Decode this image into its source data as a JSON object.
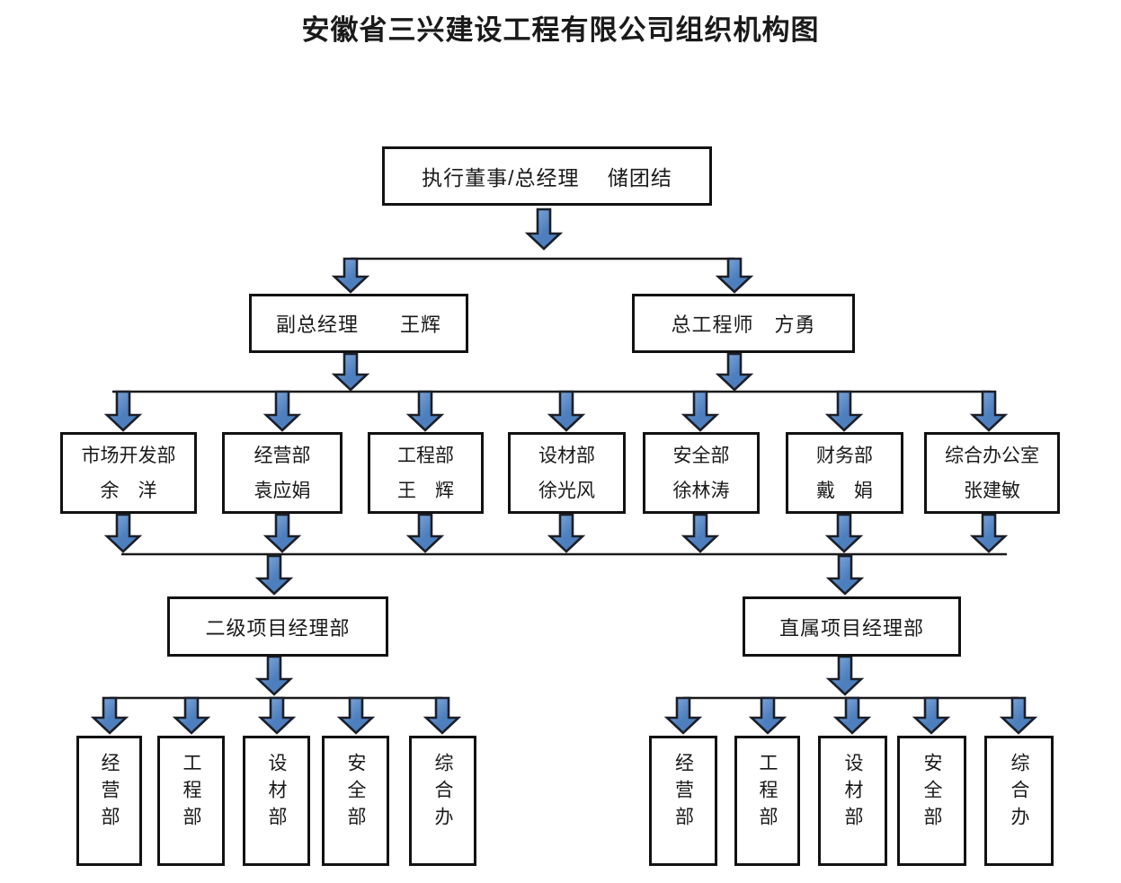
{
  "title": "安徽省三兴建设工程有限公司组织机构图",
  "nodes": {
    "executive": {
      "label": "执行董事/总经理　 储团结"
    },
    "deputy_gm": {
      "label": "副总经理　　王辉"
    },
    "chief_engineer": {
      "label": "总工程师　方勇"
    },
    "departments": [
      {
        "name": "市场开发部",
        "manager": "余　洋"
      },
      {
        "name": "经营部",
        "manager": "袁应娟"
      },
      {
        "name": "工程部",
        "manager": "王　辉"
      },
      {
        "name": "设材部",
        "manager": "徐光风"
      },
      {
        "name": "安全部",
        "manager": "徐林涛"
      },
      {
        "name": "财务部",
        "manager": "戴　娟"
      },
      {
        "name": "综合办公室",
        "manager": "张建敏"
      }
    ],
    "project_depts": [
      {
        "label": "二级项目经理部"
      },
      {
        "label": "直属项目经理部"
      }
    ],
    "sub_depts_left": [
      "经营部",
      "工程部",
      "设材部",
      "安全部",
      "综合办"
    ],
    "sub_depts_right": [
      "经营部",
      "工程部",
      "设材部",
      "安全部",
      "综合办"
    ]
  },
  "colors": {
    "arrow_fill": "#4d7fbe",
    "arrow_fill_light": "#8bb0e0",
    "arrow_outline": "#1b1f28",
    "line_color": "#1a1a1a",
    "box_border": "#121212",
    "bg": "#ffffff",
    "text": "#1a1a1a"
  }
}
